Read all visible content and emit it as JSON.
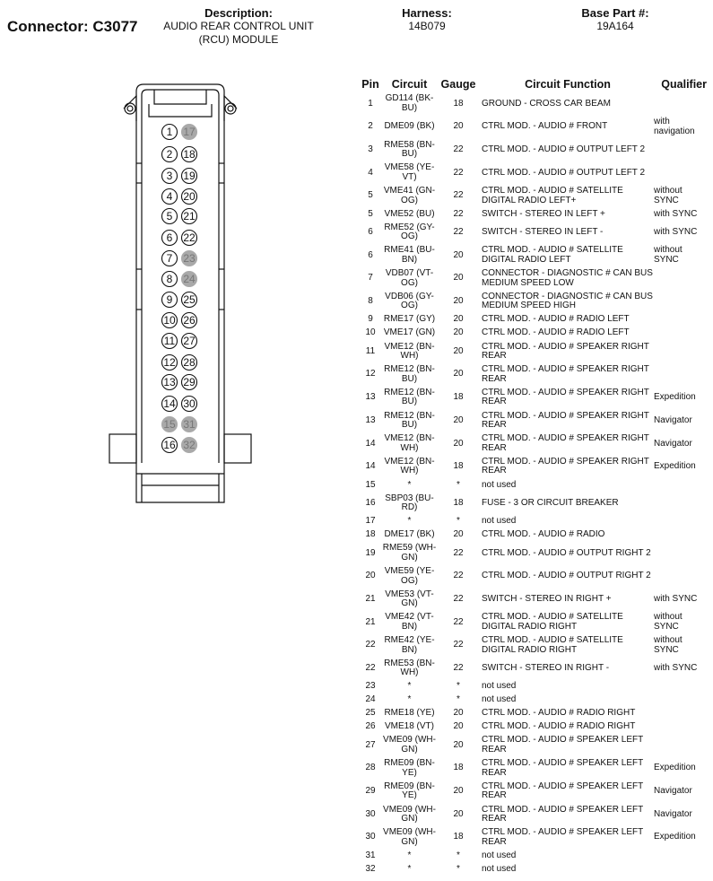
{
  "header": {
    "connector": "Connector: C3077",
    "description_label": "Description:",
    "description": "AUDIO REAR CONTROL UNIT (RCU) MODULE",
    "harness_label": "Harness:",
    "harness": "14B079",
    "base_part_label": "Base Part #:",
    "base_part": "19A164"
  },
  "connector_pins": {
    "used": [
      "1",
      "2",
      "3",
      "4",
      "5",
      "6",
      "7",
      "8",
      "9",
      "10",
      "11",
      "12",
      "13",
      "14",
      "16",
      "18",
      "19",
      "20",
      "21",
      "22",
      "25",
      "26",
      "27",
      "28",
      "29",
      "30"
    ],
    "unused": [
      "15",
      "17",
      "23",
      "24",
      "31",
      "32"
    ]
  },
  "table": {
    "columns": [
      "Pin",
      "Circuit",
      "Gauge",
      "Circuit Function",
      "Qualifier"
    ],
    "rows": [
      {
        "pin": "1",
        "circuit": "GD114 (BK-BU)",
        "gauge": "18",
        "function": "GROUND - CROSS CAR BEAM",
        "qualifier": ""
      },
      {
        "pin": "2",
        "circuit": "DME09 (BK)",
        "gauge": "20",
        "function": "CTRL MOD. - AUDIO # FRONT",
        "qualifier": "with navigation"
      },
      {
        "pin": "3",
        "circuit": "RME58 (BN-BU)",
        "gauge": "22",
        "function": "CTRL MOD. - AUDIO # OUTPUT LEFT 2",
        "qualifier": ""
      },
      {
        "pin": "4",
        "circuit": "VME58 (YE-VT)",
        "gauge": "22",
        "function": "CTRL MOD. - AUDIO # OUTPUT LEFT 2",
        "qualifier": ""
      },
      {
        "pin": "5",
        "circuit": "VME41 (GN-OG)",
        "gauge": "22",
        "function": "CTRL MOD. - AUDIO # SATELLITE DIGITAL RADIO LEFT+",
        "qualifier": "without SYNC"
      },
      {
        "pin": "5",
        "circuit": "VME52 (BU)",
        "gauge": "22",
        "function": "SWITCH - STEREO IN LEFT +",
        "qualifier": "with SYNC"
      },
      {
        "pin": "6",
        "circuit": "RME52 (GY-OG)",
        "gauge": "22",
        "function": "SWITCH - STEREO IN LEFT -",
        "qualifier": "with SYNC"
      },
      {
        "pin": "6",
        "circuit": "RME41 (BU-BN)",
        "gauge": "20",
        "function": "CTRL MOD. - AUDIO # SATELLITE DIGITAL RADIO LEFT",
        "qualifier": "without SYNC"
      },
      {
        "pin": "7",
        "circuit": "VDB07 (VT-OG)",
        "gauge": "20",
        "function": "CONNECTOR - DIAGNOSTIC # CAN BUS MEDIUM SPEED LOW",
        "qualifier": ""
      },
      {
        "pin": "8",
        "circuit": "VDB06 (GY-OG)",
        "gauge": "20",
        "function": "CONNECTOR - DIAGNOSTIC # CAN BUS MEDIUM SPEED HIGH",
        "qualifier": ""
      },
      {
        "pin": "9",
        "circuit": "RME17 (GY)",
        "gauge": "20",
        "function": "CTRL MOD. - AUDIO # RADIO LEFT",
        "qualifier": ""
      },
      {
        "pin": "10",
        "circuit": "VME17 (GN)",
        "gauge": "20",
        "function": "CTRL MOD. - AUDIO # RADIO LEFT",
        "qualifier": ""
      },
      {
        "pin": "11",
        "circuit": "VME12 (BN-WH)",
        "gauge": "20",
        "function": "CTRL MOD. - AUDIO # SPEAKER RIGHT REAR",
        "qualifier": ""
      },
      {
        "pin": "12",
        "circuit": "RME12 (BN-BU)",
        "gauge": "20",
        "function": "CTRL MOD. - AUDIO # SPEAKER RIGHT REAR",
        "qualifier": ""
      },
      {
        "pin": "13",
        "circuit": "RME12 (BN-BU)",
        "gauge": "18",
        "function": "CTRL MOD. - AUDIO # SPEAKER RIGHT REAR",
        "qualifier": "Expedition"
      },
      {
        "pin": "13",
        "circuit": "RME12 (BN-BU)",
        "gauge": "20",
        "function": "CTRL MOD. - AUDIO # SPEAKER RIGHT REAR",
        "qualifier": "Navigator"
      },
      {
        "pin": "14",
        "circuit": "VME12 (BN-WH)",
        "gauge": "20",
        "function": "CTRL MOD. - AUDIO # SPEAKER RIGHT REAR",
        "qualifier": "Navigator"
      },
      {
        "pin": "14",
        "circuit": "VME12 (BN-WH)",
        "gauge": "18",
        "function": "CTRL MOD. - AUDIO # SPEAKER RIGHT REAR",
        "qualifier": "Expedition"
      },
      {
        "pin": "15",
        "circuit": "*",
        "gauge": "*",
        "function": "not used",
        "qualifier": ""
      },
      {
        "pin": "16",
        "circuit": "SBP03 (BU-RD)",
        "gauge": "18",
        "function": "FUSE - 3 OR CIRCUIT BREAKER",
        "qualifier": ""
      },
      {
        "pin": "17",
        "circuit": "*",
        "gauge": "*",
        "function": "not used",
        "qualifier": ""
      },
      {
        "pin": "18",
        "circuit": "DME17 (BK)",
        "gauge": "20",
        "function": "CTRL MOD. - AUDIO # RADIO",
        "qualifier": ""
      },
      {
        "pin": "19",
        "circuit": "RME59 (WH-GN)",
        "gauge": "22",
        "function": "CTRL MOD. - AUDIO # OUTPUT RIGHT 2",
        "qualifier": ""
      },
      {
        "pin": "20",
        "circuit": "VME59 (YE-OG)",
        "gauge": "22",
        "function": "CTRL MOD. - AUDIO # OUTPUT RIGHT 2",
        "qualifier": ""
      },
      {
        "pin": "21",
        "circuit": "VME53 (VT-GN)",
        "gauge": "22",
        "function": "SWITCH - STEREO IN RIGHT +",
        "qualifier": "with SYNC"
      },
      {
        "pin": "21",
        "circuit": "VME42 (VT-BN)",
        "gauge": "22",
        "function": "CTRL MOD. - AUDIO # SATELLITE DIGITAL RADIO RIGHT",
        "qualifier": "without SYNC"
      },
      {
        "pin": "22",
        "circuit": "RME42 (YE-BN)",
        "gauge": "22",
        "function": "CTRL MOD. - AUDIO # SATELLITE DIGITAL RADIO RIGHT",
        "qualifier": "without SYNC"
      },
      {
        "pin": "22",
        "circuit": "RME53 (BN-WH)",
        "gauge": "22",
        "function": "SWITCH - STEREO IN RIGHT -",
        "qualifier": "with SYNC"
      },
      {
        "pin": "23",
        "circuit": "*",
        "gauge": "*",
        "function": "not used",
        "qualifier": ""
      },
      {
        "pin": "24",
        "circuit": "*",
        "gauge": "*",
        "function": "not used",
        "qualifier": ""
      },
      {
        "pin": "25",
        "circuit": "RME18 (YE)",
        "gauge": "20",
        "function": "CTRL MOD. - AUDIO # RADIO RIGHT",
        "qualifier": ""
      },
      {
        "pin": "26",
        "circuit": "VME18 (VT)",
        "gauge": "20",
        "function": "CTRL MOD. - AUDIO # RADIO RIGHT",
        "qualifier": ""
      },
      {
        "pin": "27",
        "circuit": "VME09 (WH-GN)",
        "gauge": "20",
        "function": "CTRL MOD. - AUDIO # SPEAKER LEFT REAR",
        "qualifier": ""
      },
      {
        "pin": "28",
        "circuit": "RME09 (BN-YE)",
        "gauge": "18",
        "function": "CTRL MOD. - AUDIO # SPEAKER LEFT REAR",
        "qualifier": "Expedition"
      },
      {
        "pin": "29",
        "circuit": "RME09 (BN-YE)",
        "gauge": "20",
        "function": "CTRL MOD. - AUDIO # SPEAKER LEFT REAR",
        "qualifier": "Navigator"
      },
      {
        "pin": "30",
        "circuit": "VME09 (WH-GN)",
        "gauge": "20",
        "function": "CTRL MOD. - AUDIO # SPEAKER LEFT REAR",
        "qualifier": "Navigator"
      },
      {
        "pin": "30",
        "circuit": "VME09 (WH-GN)",
        "gauge": "18",
        "function": "CTRL MOD. - AUDIO # SPEAKER LEFT REAR",
        "qualifier": "Expedition"
      },
      {
        "pin": "31",
        "circuit": "*",
        "gauge": "*",
        "function": "not used",
        "qualifier": ""
      },
      {
        "pin": "32",
        "circuit": "*",
        "gauge": "*",
        "function": "not used",
        "qualifier": ""
      }
    ]
  }
}
